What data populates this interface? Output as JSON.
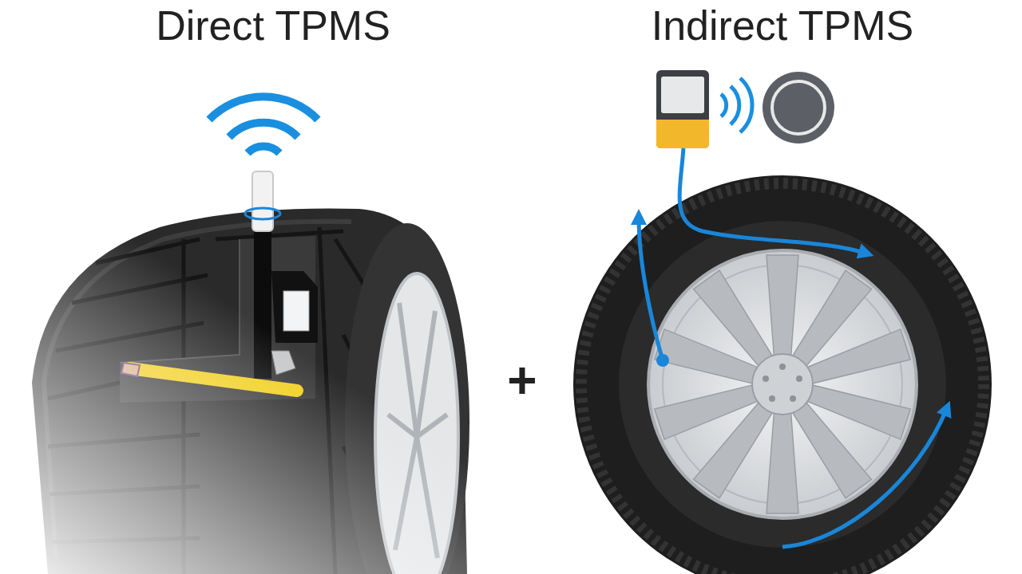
{
  "diagram": {
    "labels": [
      "Direct TPMS",
      "Indirect TPMS",
      "+"
    ]
  }
}
